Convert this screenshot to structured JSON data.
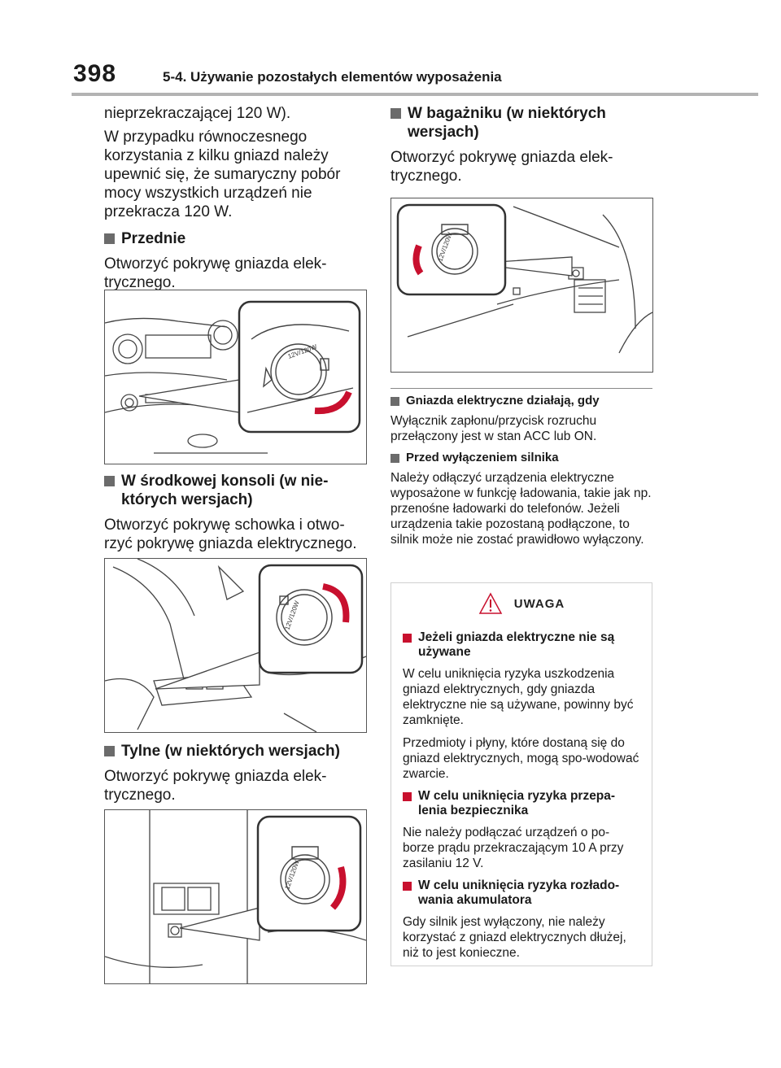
{
  "header": {
    "page_number": "398",
    "section_title": "5-4. Używanie pozostałych elementów wyposażenia"
  },
  "left": {
    "intro_lines": [
      "nieprzekraczającej 120 W).",
      "W przypadku równoczesnego korzystania z kilku gniazd należy upewnić się, że sumaryczny pobór mocy wszystkich urządzeń nie przekracza 120 W."
    ],
    "sec1": {
      "title": "Przednie",
      "text": "Otworzyć pokrywę gniazda elek-trycznego."
    },
    "sec2": {
      "title": "W środkowej konsoli (w nie-których wersjach)",
      "text": "Otworzyć pokrywę schowka i otwo-rzyć pokrywę gniazda elektrycznego."
    },
    "sec3": {
      "title": "Tylne (w niektórych wersjach)",
      "text": "Otworzyć pokrywę gniazda elek-trycznego."
    }
  },
  "right": {
    "sec4": {
      "title": "W bagażniku (w niektórych wersjach)",
      "text": "Otworzyć pokrywę gniazda elek-trycznego."
    },
    "note1": {
      "title": "Gniazda elektryczne działają, gdy",
      "text": "Wyłącznik zapłonu/przycisk rozruchu przełączony jest w stan ACC lub ON."
    },
    "note2": {
      "title": "Przed wyłączeniem silnika",
      "text": "Należy odłączyć urządzenia elektryczne wyposażone w funkcję ładowania, takie jak np. przenośne ładowarki do telefonów. Jeżeli urządzenia takie pozostaną podłączone, to silnik może nie zostać prawidłowo wyłączony."
    }
  },
  "warning": {
    "label": "UWAGA",
    "items": [
      {
        "title": "Jeżeli gniazda elektryczne nie są używane",
        "texts": [
          "W celu uniknięcia ryzyka uszkodzenia gniazd elektrycznych, gdy gniazda elektryczne nie są używane, powinny być zamknięte.",
          "Przedmioty i płyny, które dostaną się do gniazd elektrycznych, mogą spo-wodować zwarcie."
        ]
      },
      {
        "title": "W celu uniknięcia ryzyka przepa-lenia bezpiecznika",
        "texts": [
          "Nie należy podłączać urządzeń o po-borze prądu przekraczającym 10 A przy zasilaniu 12 V."
        ]
      },
      {
        "title": "W celu uniknięcia ryzyka rozłado-wania akumulatora",
        "texts": [
          "Gdy silnik jest wyłączony, nie należy korzystać z gniazd elektrycznych dłużej, niż to jest konieczne."
        ]
      }
    ]
  },
  "socket_label": "12V/120W",
  "colors": {
    "bullet": "#6b6b6b",
    "warning_bullet": "#c8102e",
    "rule": "#b3b3b3",
    "warning_icon": "#c8102e"
  },
  "icons": {
    "bullet": "square-bullet-icon",
    "warning": "warning-triangle-icon"
  }
}
